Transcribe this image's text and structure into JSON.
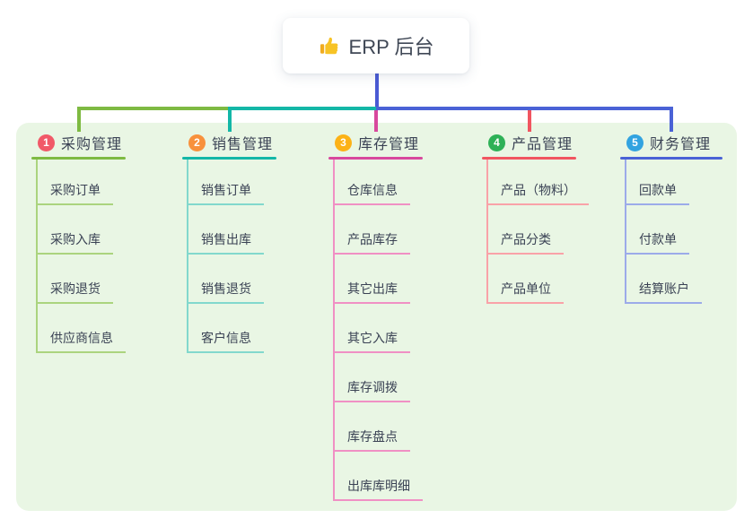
{
  "root": {
    "label": "ERP 后台",
    "icon": "thumbs-up-icon",
    "icon_color": "#f7c325",
    "icon_cuff_color": "#f0ab1f",
    "connector_color": "#4a5ad4"
  },
  "panel_color": "#e9f6e4",
  "text_color": "#3a4254",
  "branches": [
    {
      "badge": "1",
      "label": "采购管理",
      "badge_color": "#f15968",
      "branch_color": "#7eba42",
      "item_line_color": "#abd47e",
      "items": [
        "采购订单",
        "采购入库",
        "采购退货",
        "供应商信息"
      ]
    },
    {
      "badge": "2",
      "label": "销售管理",
      "badge_color": "#f8913c",
      "branch_color": "#13b7a7",
      "item_line_color": "#82d8cd",
      "items": [
        "销售订单",
        "销售出库",
        "销售退货",
        "客户信息"
      ]
    },
    {
      "badge": "3",
      "label": "库存管理",
      "badge_color": "#fcb216",
      "branch_color": "#d8489d",
      "item_line_color": "#f090c4",
      "items": [
        "仓库信息",
        "产品库存",
        "其它出库",
        "其它入库",
        "库存调拨",
        "库存盘点",
        "出库库明细"
      ]
    },
    {
      "badge": "4",
      "label": "产品管理",
      "badge_color": "#2eb157",
      "branch_color": "#f15560",
      "item_line_color": "#f9a2a8",
      "items": [
        "产品（物料）",
        "产品分类",
        "产品单位"
      ]
    },
    {
      "badge": "5",
      "label": "财务管理",
      "badge_color": "#32a3e0",
      "branch_color": "#4a62d6",
      "item_line_color": "#9cabe9",
      "items": [
        "回款单",
        "付款单",
        "结算账户"
      ]
    }
  ]
}
